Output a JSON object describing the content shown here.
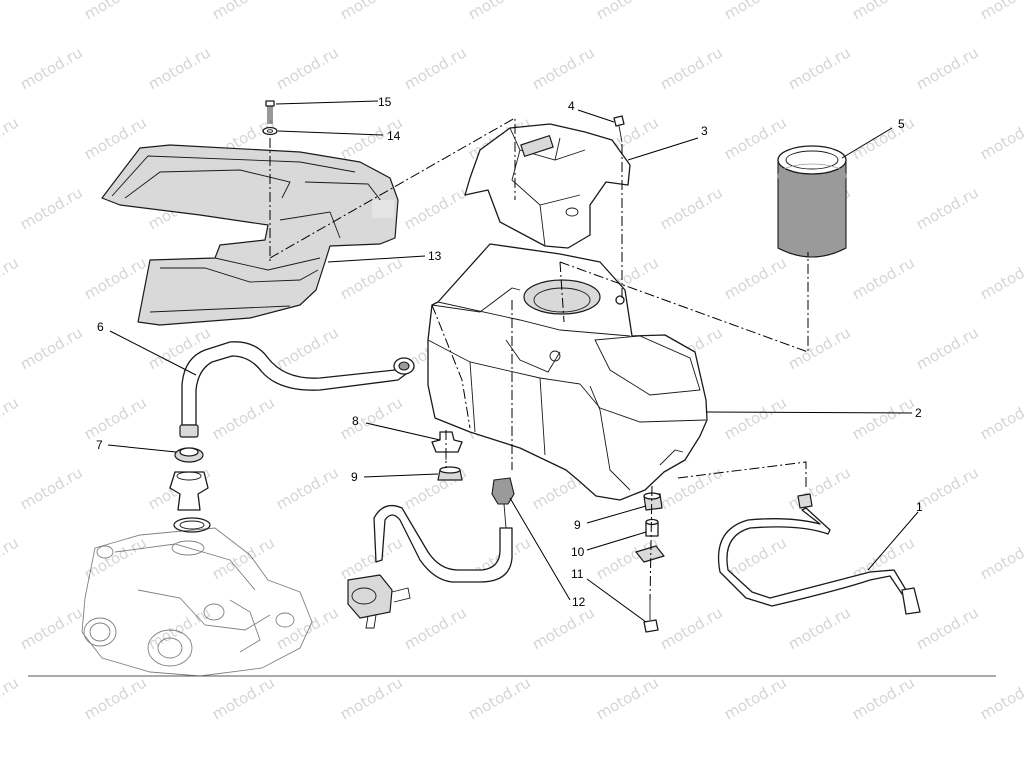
{
  "diagram": {
    "watermark": "motod.ru",
    "callouts": {
      "c1": "1",
      "c2": "2",
      "c3": "3",
      "c4": "4",
      "c5": "5",
      "c6": "6",
      "c7": "7",
      "c8": "8",
      "c9a": "9",
      "c9b": "9",
      "c10": "10",
      "c11": "11",
      "c12": "12",
      "c13": "13",
      "c14": "14",
      "c15": "15"
    }
  }
}
